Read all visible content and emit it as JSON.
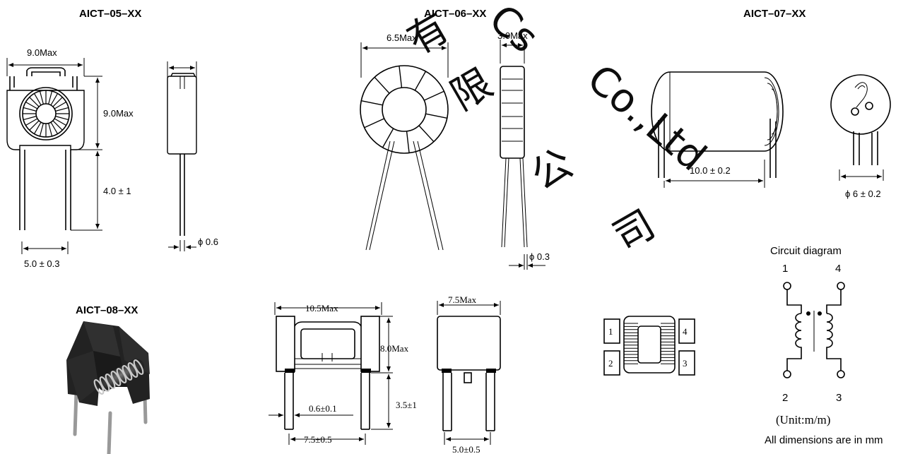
{
  "titles": {
    "aict05": "AICT–05–XX",
    "aict06": "AICT–06–XX",
    "aict07": "AICT–07–XX",
    "aict08": "AICT–08–XX"
  },
  "dimensions": {
    "a05_width": "9.0Max",
    "a05_height": "9.0Max",
    "a05_lead_length": "4.0 ± 1",
    "a05_pitch": "5.0 ± 0.3",
    "a05_lead_dia": "ϕ 0.6",
    "a06_width": "6.5Max",
    "a06_thick": "3.0Max",
    "a06_lead_dia": "ϕ 0.3",
    "a07_length": "10.0 ± 0.2",
    "a07_dia": "ϕ 6 ± 0.2",
    "a08_width": "10.5Max",
    "a08_height": "8.0Max",
    "a08_lead_length": "3.5±1",
    "a08_lead_dia": "0.6±0.1",
    "a08_pitch": "7.5±0.5",
    "a08_depth": "7.5Max",
    "a08_pitch_side": "5.0±0.5"
  },
  "pins": {
    "p1": "1",
    "p2": "2",
    "p3": "3",
    "p4": "4"
  },
  "circuit": {
    "title": "Circuit diagram",
    "pin1": "1",
    "pin4": "4",
    "pin2": "2",
    "pin3": "3",
    "unit": "(Unit:m/m)",
    "note": "All dimensions are in mm"
  },
  "watermark": {
    "l1": "有",
    "l2": "限",
    "l3": "公",
    "l4": "司",
    "l5": "Cs",
    "l6": "Co.,Ltd"
  }
}
